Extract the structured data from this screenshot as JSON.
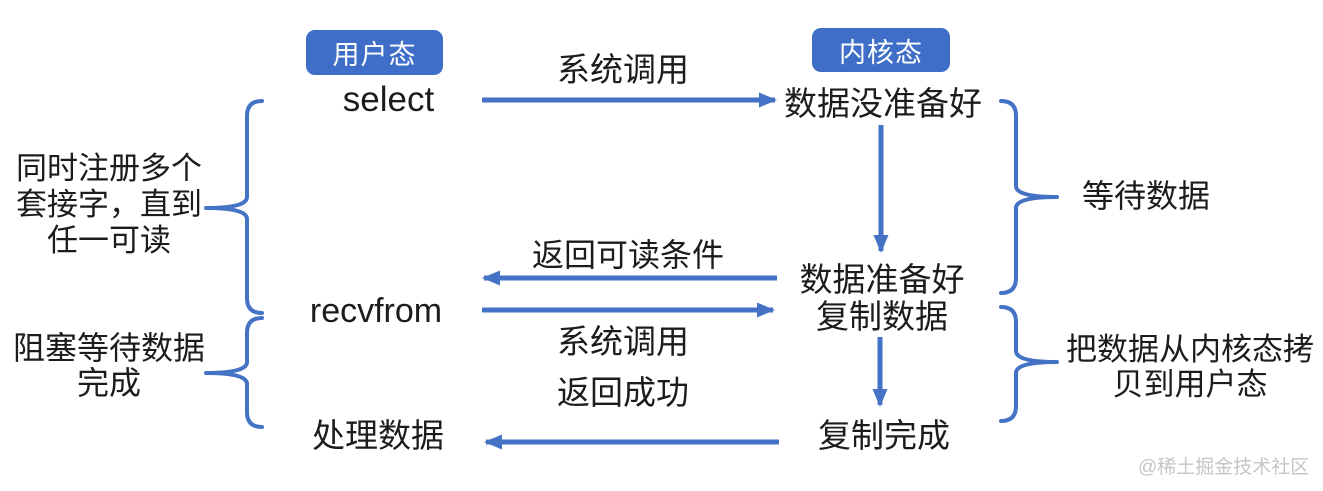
{
  "colors": {
    "accent_blue": "#4472C4",
    "box_blue": "#3E6EC8",
    "text": "#1C1C1C",
    "watermark_gray": "#C6C6C6"
  },
  "diagram": {
    "mode_boxes": {
      "user": "用户态",
      "kernel": "内核态"
    },
    "user_steps": {
      "step1": "select",
      "step2": "recvfrom",
      "step3": "处理数据"
    },
    "kernel_states": {
      "not_ready": "数据没准备好",
      "ready_line1": "数据准备好",
      "ready_line2": "复制数据",
      "copy_done": "复制完成"
    },
    "arrow_labels": {
      "syscall_top": "系统调用",
      "return_readable": "返回可读条件",
      "syscall_mid": "系统调用",
      "return_success": "返回成功"
    },
    "side_notes": {
      "register_sockets": {
        "line1": "同时注册多个",
        "line2": "套接字，直到",
        "line3": "任一可读"
      },
      "block_wait": {
        "line1": "阻塞等待数据",
        "line2": "完成"
      },
      "wait_data": "等待数据",
      "copy_kernel_to_user": {
        "line1": "把数据从内核态拷",
        "line2": "贝到用户态"
      }
    },
    "watermark": "@稀土掘金技术社区"
  }
}
